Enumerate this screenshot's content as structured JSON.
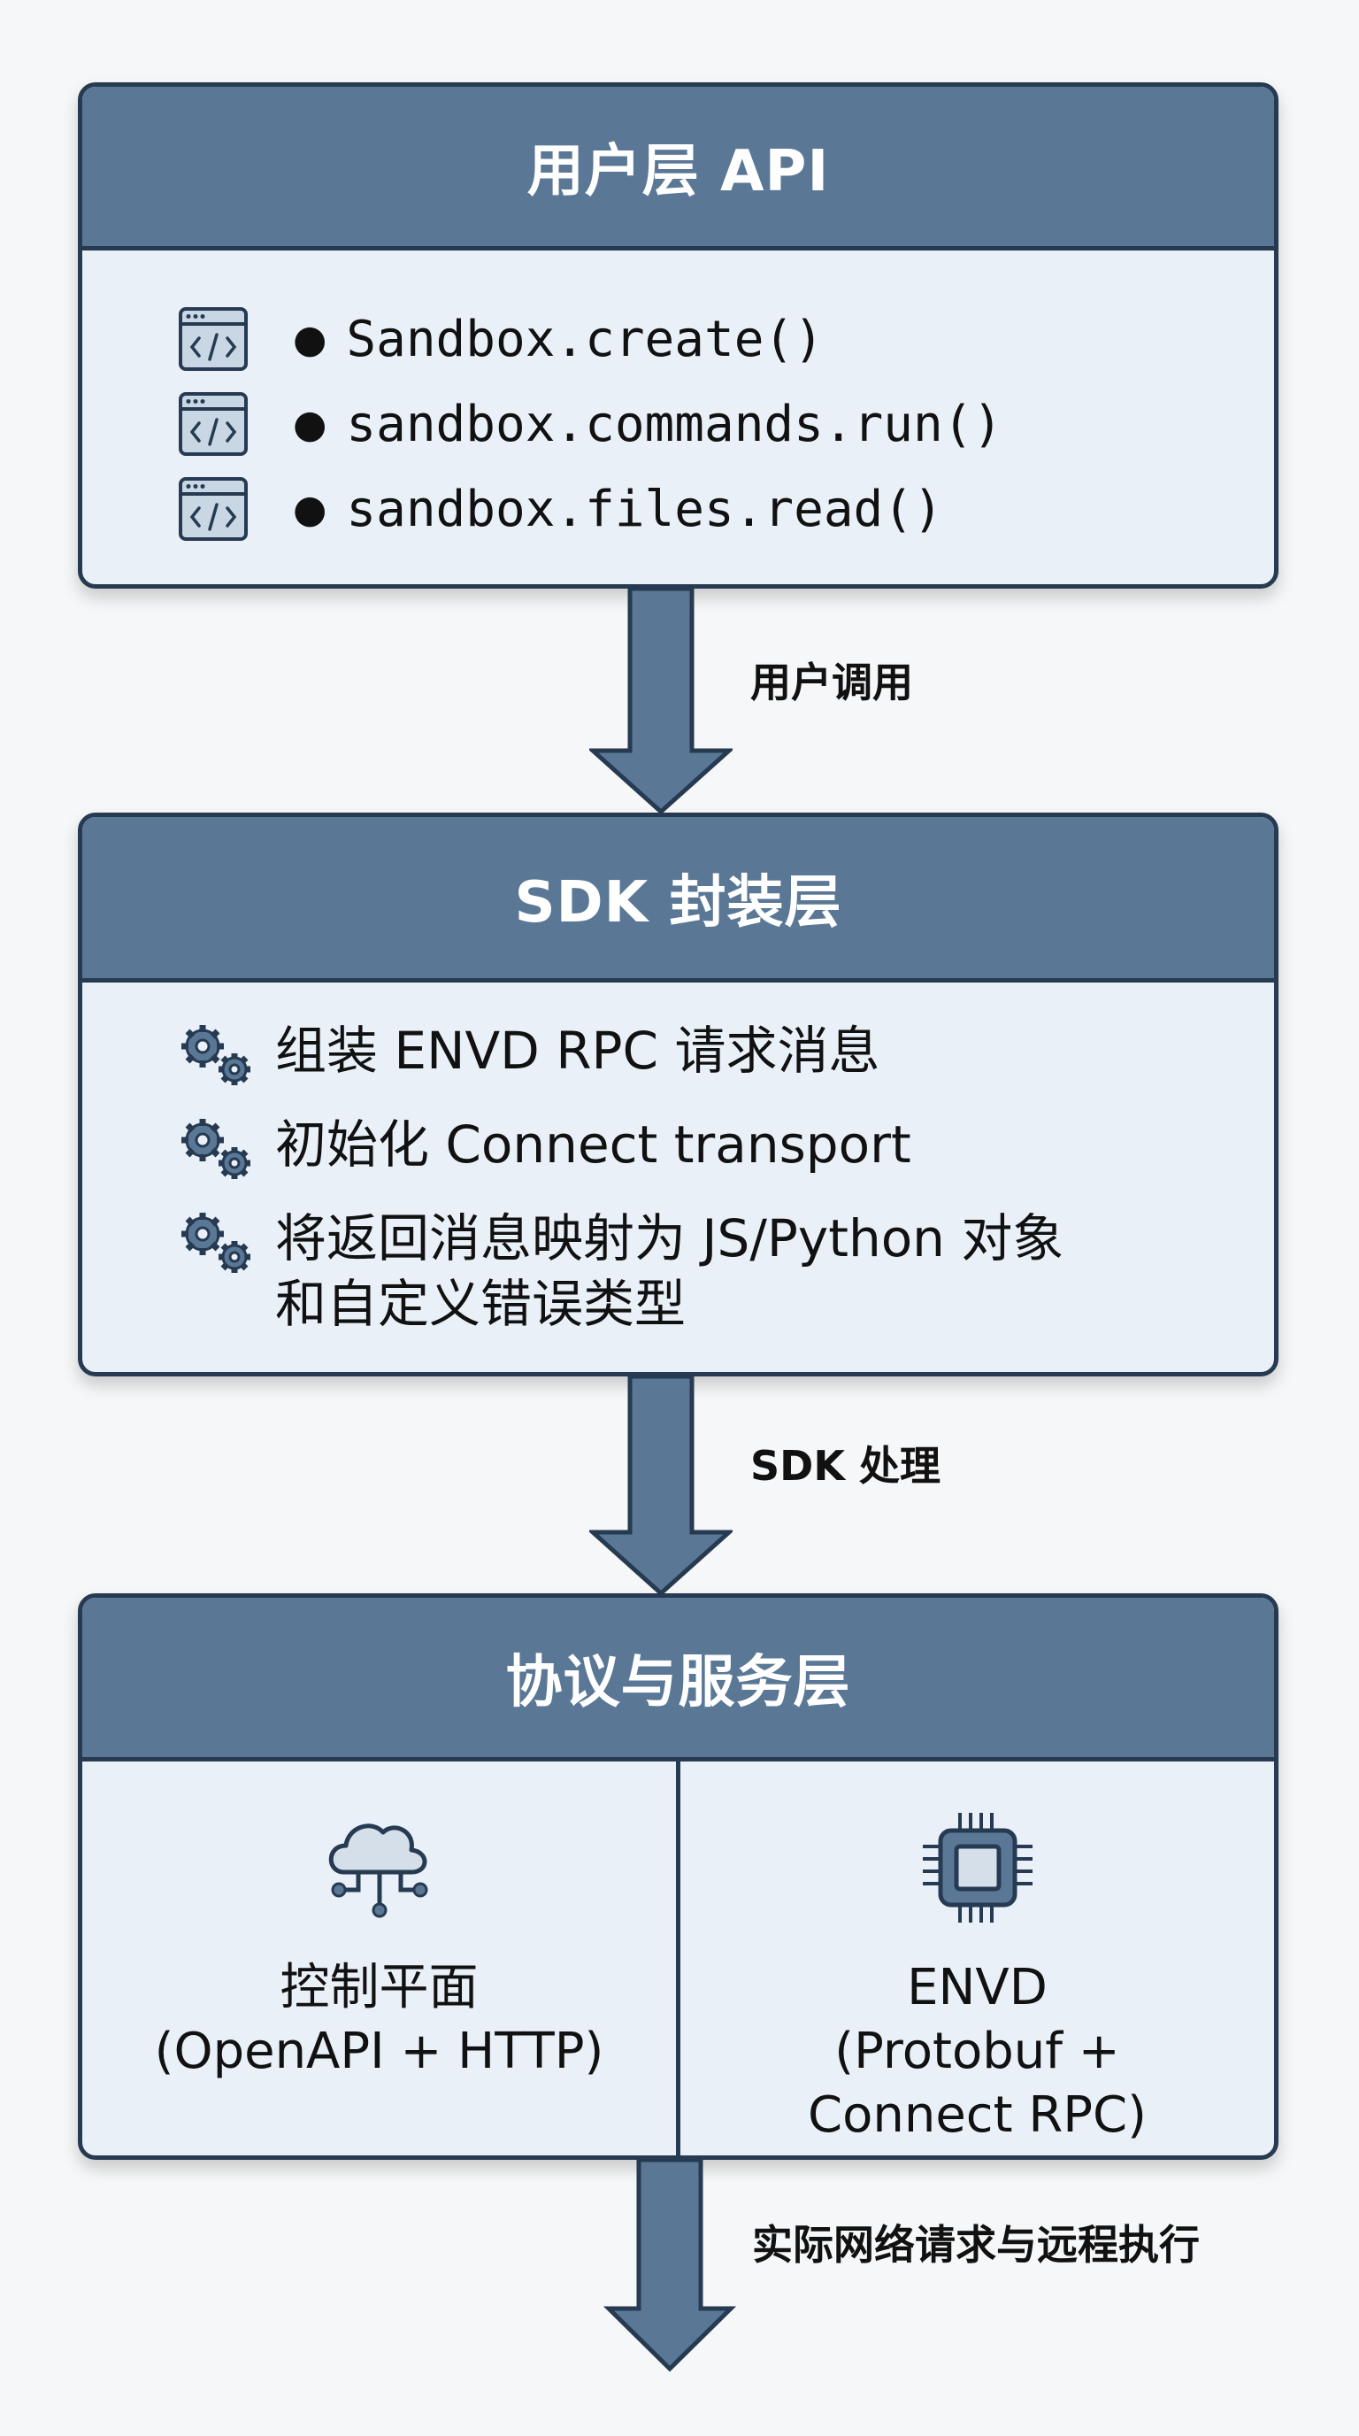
{
  "layers": [
    {
      "title": "用户层 API",
      "items": [
        {
          "icon": "code-window-icon",
          "text": "Sandbox.create()"
        },
        {
          "icon": "code-window-icon",
          "text": "sandbox.commands.run()"
        },
        {
          "icon": "code-window-icon",
          "text": "sandbox.files.read()"
        }
      ]
    },
    {
      "title": "SDK 封装层",
      "items": [
        {
          "icon": "gears-icon",
          "text": "组装 ENVD RPC 请求消息"
        },
        {
          "icon": "gears-icon",
          "text": "初始化 Connect transport"
        },
        {
          "icon": "gears-icon",
          "text": "将返回消息映射为 JS/Python 对象",
          "text2": "和自定义错误类型"
        }
      ]
    },
    {
      "title": "协议与服务层",
      "columns": [
        {
          "icon": "cloud-network-icon",
          "title": "控制平面",
          "subtitle": "(OpenAPI + HTTP)"
        },
        {
          "icon": "chip-icon",
          "title": "ENVD",
          "subtitle": "(Protobuf +",
          "subtitle2": "Connect RPC)"
        }
      ]
    }
  ],
  "arrows": [
    {
      "label": "用户调用"
    },
    {
      "label": "SDK 处理"
    },
    {
      "label": "实际网络请求与远程执行"
    }
  ],
  "colors": {
    "header": "#5a7896",
    "border": "#263a52",
    "body": "#e9f0f8",
    "arrow_fill": "#5a7896"
  }
}
